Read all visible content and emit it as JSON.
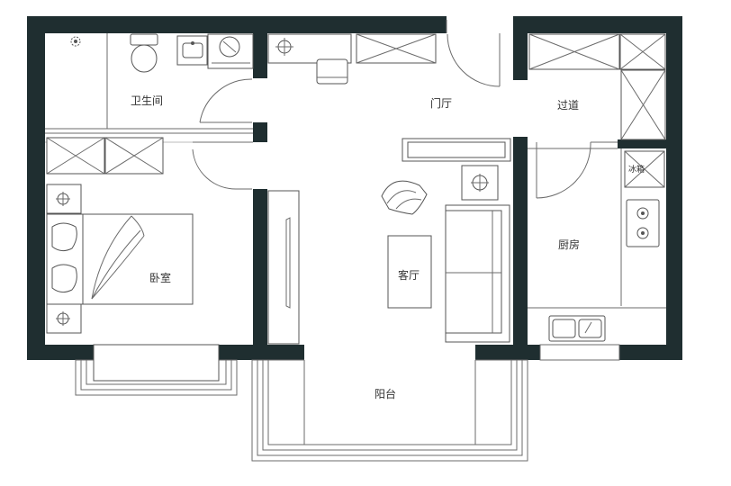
{
  "floor_plan": {
    "rooms": {
      "bathroom": "卫生间",
      "foyer": "门厅",
      "corridor": "过道",
      "bedroom": "卧室",
      "living_room": "客厅",
      "kitchen": "厨房",
      "balcony": "阳台"
    },
    "fixtures": {
      "fridge": "冰箱"
    }
  }
}
